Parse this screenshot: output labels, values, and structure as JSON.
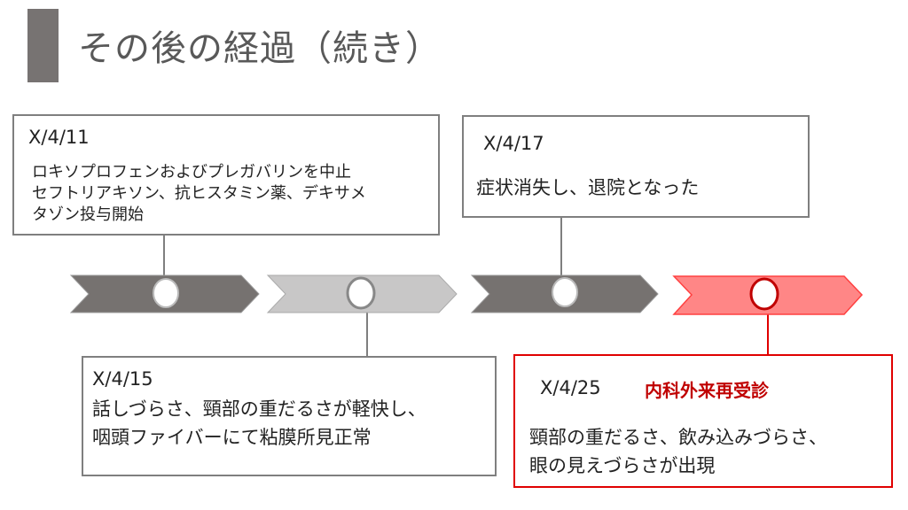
{
  "title": "その後の経過（続き）",
  "events": [
    {
      "date": "X/4/11",
      "text": "ロキソプロフェンおよびプレガバリンを中止\nセフトリアキソン、抗ヒスタミン薬、デキサメ\nタゾン投与開始"
    },
    {
      "date": "X/4/15",
      "text": "話しづらさ、頸部の重だるさが軽快し、\n咽頭ファイバーにて粘膜所見正常"
    },
    {
      "date": "X/4/17",
      "text": "症状消失し、退院となった"
    },
    {
      "date": "X/4/25",
      "label": "内科外来再受診",
      "text": "頸部の重だるさ、飲み込みづらさ、\n眼の見えづらさが出現"
    }
  ],
  "colors": {
    "dark": "#767270",
    "light": "#c8c7c7",
    "highlight_fill": "#ff8686",
    "highlight": "#e00000"
  }
}
